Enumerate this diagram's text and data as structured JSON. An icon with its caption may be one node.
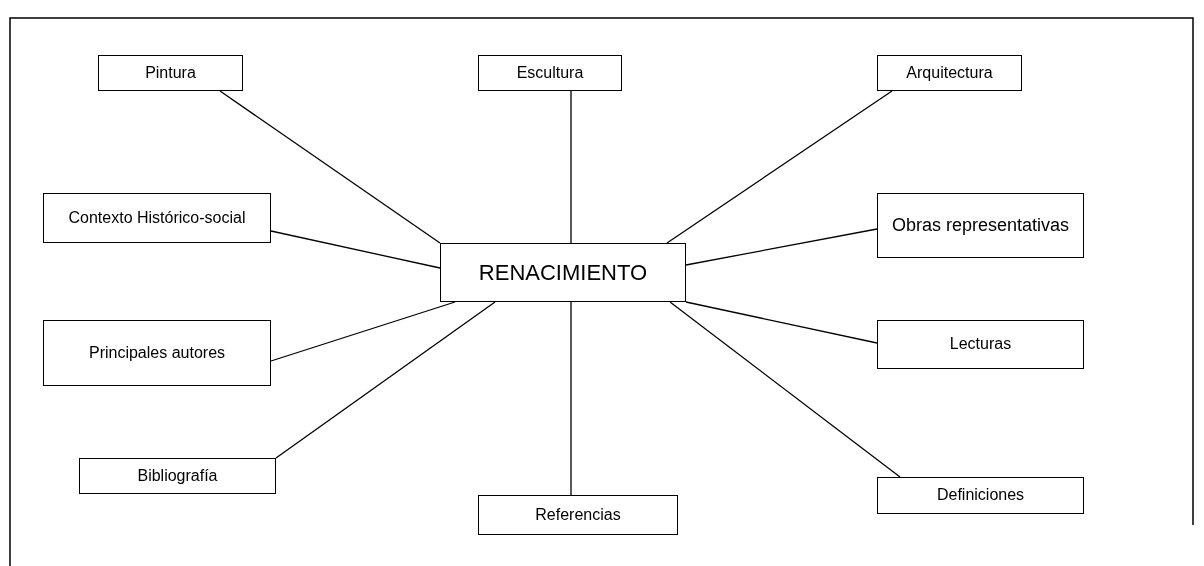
{
  "diagram": {
    "nodes": [
      {
        "text": [
          "RENACIMIENTO"
        ]
      },
      {
        "text": [
          "Pintura"
        ]
      },
      {
        "text": [
          "Escultura"
        ]
      },
      {
        "text": [
          "Arquitectura"
        ]
      },
      {
        "text": [
          "Contexto Histórico-social"
        ]
      },
      {
        "text": [
          "Obras representativas"
        ]
      },
      {
        "text": [
          "Principales autores"
        ]
      },
      {
        "text": [
          "Lecturas"
        ]
      },
      {
        "text": [
          "Bibliografía"
        ]
      },
      {
        "text": [
          "Definiciones"
        ]
      },
      {
        "text": [
          "Referencias"
        ]
      }
    ],
    "edges": [
      {
        "from": 0,
        "to": 1,
        "arrow": "none"
      },
      {
        "from": 0,
        "to": 2,
        "arrow": "none"
      },
      {
        "from": 0,
        "to": 3,
        "arrow": "none"
      },
      {
        "from": 0,
        "to": 4,
        "arrow": "none"
      },
      {
        "from": 0,
        "to": 5,
        "arrow": "none"
      },
      {
        "from": 0,
        "to": 6,
        "arrow": "none"
      },
      {
        "from": 0,
        "to": 7,
        "arrow": "none"
      },
      {
        "from": 0,
        "to": 8,
        "arrow": "none"
      },
      {
        "from": 0,
        "to": 9,
        "arrow": "none"
      },
      {
        "from": 0,
        "to": 10,
        "arrow": "none"
      }
    ]
  }
}
